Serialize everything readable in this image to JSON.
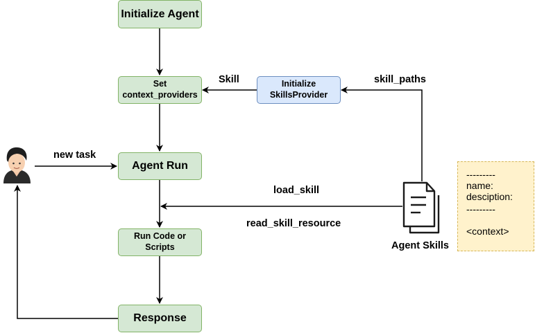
{
  "nodes": {
    "initialize_agent": "Initialize Agent",
    "set_context_line1": "Set",
    "set_context_line2": "context_providers",
    "init_skills_line1": "Initialize",
    "init_skills_line2": "SkillsProvider",
    "agent_run": "Agent Run",
    "run_code_line1": "Run Code or",
    "run_code_line2": "Scripts",
    "response": "Response"
  },
  "edge_labels": {
    "skill": "Skill",
    "skill_paths": "skill_paths",
    "new_task": "new task",
    "load_skill": "load_skill",
    "read_skill_resource": "read_skill_resource"
  },
  "agent_skills_label": "Agent Skills",
  "skill_note": {
    "lines": [
      "---------",
      "name:",
      "desciption:",
      "---------",
      "",
      "<context>"
    ]
  },
  "icons": {
    "user": "user-avatar-icon",
    "documents": "documents-icon"
  },
  "colors": {
    "green_fill": "#d5e8d4",
    "green_border": "#82b366",
    "blue_fill": "#dae8fc",
    "blue_border": "#6c8ebf",
    "note_fill": "#fff2cc",
    "note_border": "#d6b656"
  }
}
